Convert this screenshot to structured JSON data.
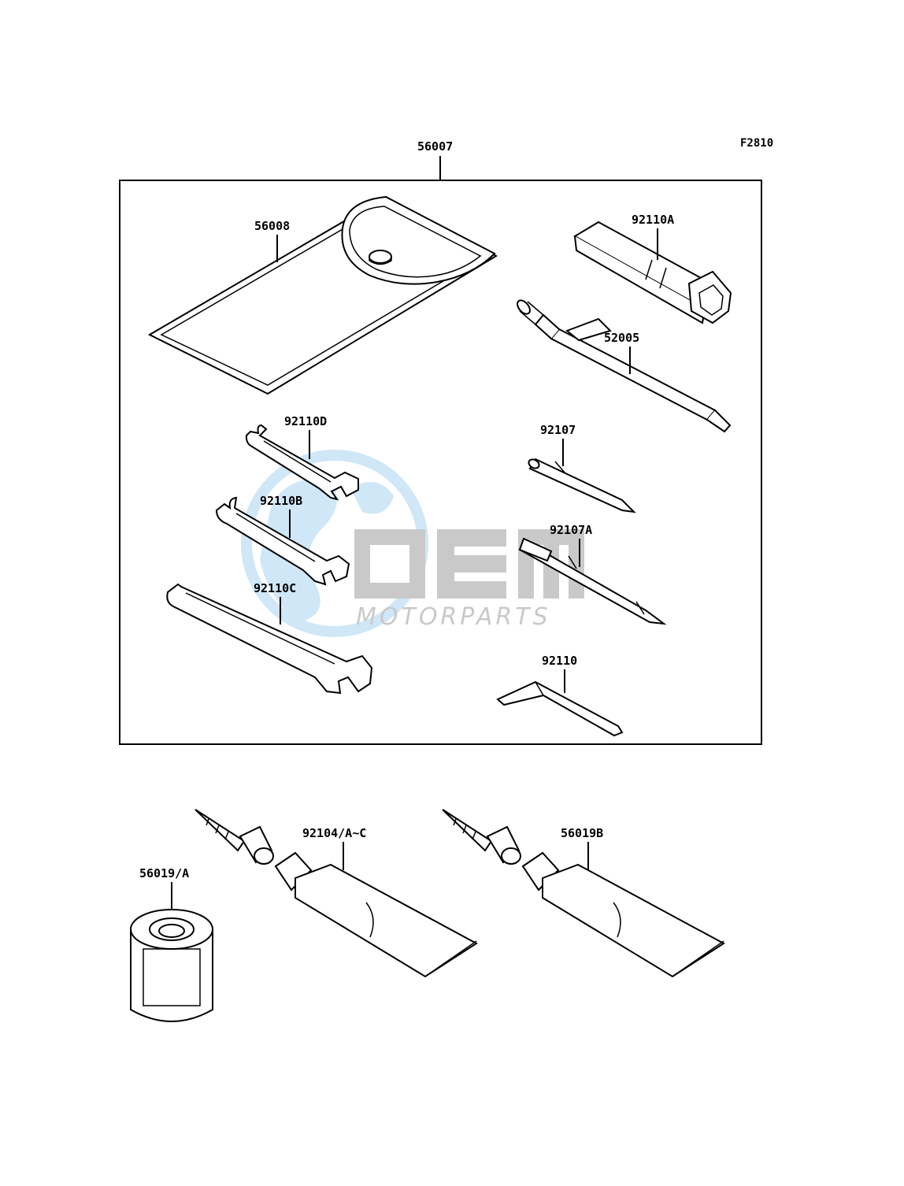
{
  "figure_code": "F2810",
  "kit_label": "56007",
  "parts": {
    "pouch": "56008",
    "plug_wrench": "92110A",
    "handle": "52005",
    "wrench_small": "92110D",
    "wrench_medium": "92110B",
    "wrench_large": "92110C",
    "screwdriver_phillips": "92107",
    "screwdriver_combo": "92107A",
    "hex_key": "92110",
    "oil_filter": "56019/A",
    "grease_tube_a": "92104/A~C",
    "grease_tube_b": "56019B"
  },
  "watermark": {
    "brand": "OEM",
    "tagline": "MOTORPARTS",
    "globe_color": "#a8d4f0",
    "text_color": "#9e9e9e"
  }
}
